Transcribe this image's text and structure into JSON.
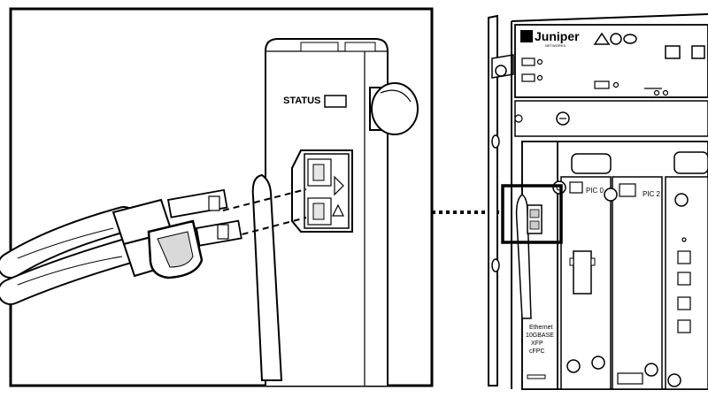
{
  "detail": {
    "status_label": "STATUS"
  },
  "chassis": {
    "brand": "Juniper",
    "brand_sub": "NETWORKS",
    "pic0_label": "PIC 0",
    "pic2_label": "PIC 2",
    "card_label_lines": [
      "Ethernet",
      "10GBASE",
      "XFP",
      "cFPC"
    ]
  },
  "colors": {
    "line": "#000000",
    "background": "#ffffff",
    "shade": "#d9d9d9"
  }
}
